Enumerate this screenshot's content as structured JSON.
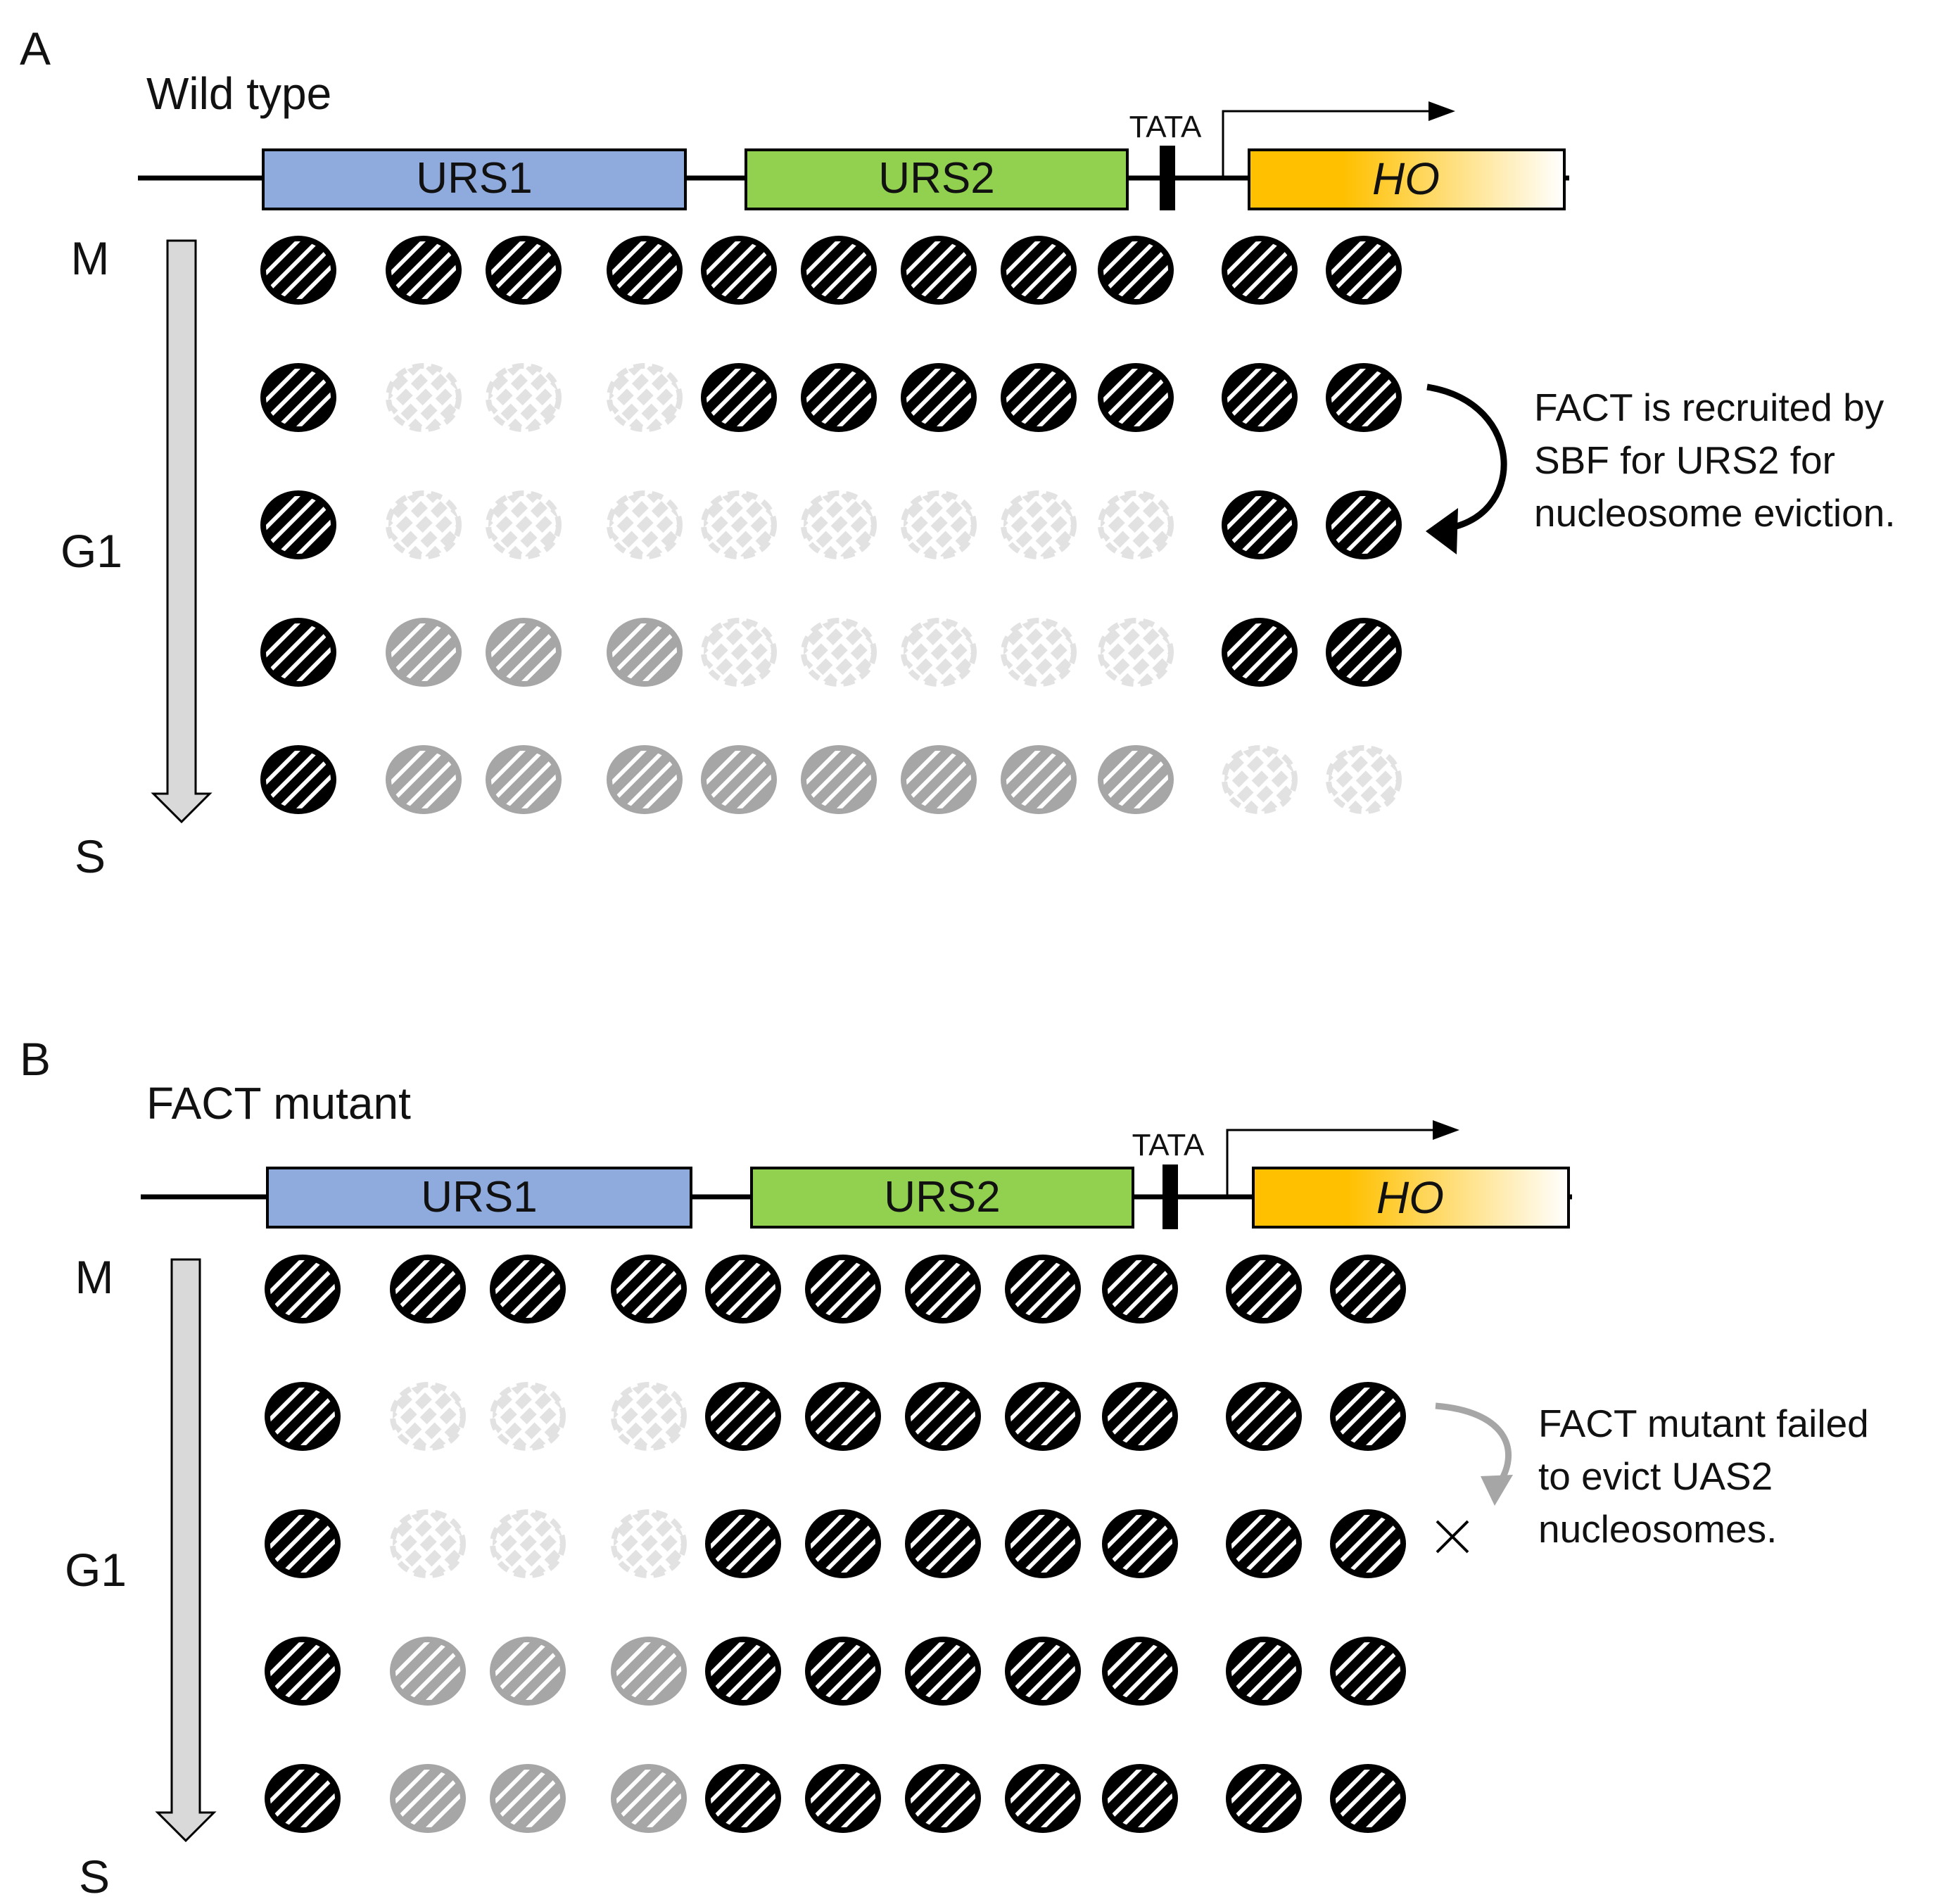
{
  "panels": [
    {
      "letter": "A",
      "title": "Wild type",
      "promoter": {
        "urs1": "URS1",
        "urs2": "URS2",
        "tata": "TATA",
        "gene": "HO"
      },
      "phases": {
        "m": "M",
        "g1": "G1",
        "s": "S"
      },
      "note_lines": [
        "FACT is recruited by",
        "SBF for URS2 for",
        "nucleosome eviction."
      ],
      "rows": [
        [
          "on",
          "on",
          "on",
          "on",
          "on",
          "on",
          "on",
          "on",
          "on",
          "on",
          "on"
        ],
        [
          "on",
          "evicted",
          "evicted",
          "evicted",
          "on",
          "on",
          "on",
          "on",
          "on",
          "on",
          "on"
        ],
        [
          "on",
          "evicted",
          "evicted",
          "evicted",
          "evicted",
          "evicted",
          "evicted",
          "evicted",
          "evicted",
          "on",
          "on"
        ],
        [
          "on",
          "returning",
          "returning",
          "returning",
          "evicted",
          "evicted",
          "evicted",
          "evicted",
          "evicted",
          "on",
          "on"
        ],
        [
          "on",
          "returning",
          "returning",
          "returning",
          "returning",
          "returning",
          "returning",
          "returning",
          "returning",
          "evicted",
          "evicted"
        ]
      ],
      "arrow": "success"
    },
    {
      "letter": "B",
      "title": "FACT mutant",
      "promoter": {
        "urs1": "URS1",
        "urs2": "URS2",
        "tata": "TATA",
        "gene": "HO"
      },
      "phases": {
        "m": "M",
        "g1": "G1",
        "s": "S"
      },
      "note_lines": [
        "FACT mutant failed",
        "to evict UAS2",
        "nucleosomes."
      ],
      "rows": [
        [
          "on",
          "on",
          "on",
          "on",
          "on",
          "on",
          "on",
          "on",
          "on",
          "on",
          "on"
        ],
        [
          "on",
          "evicted",
          "evicted",
          "evicted",
          "on",
          "on",
          "on",
          "on",
          "on",
          "on",
          "on"
        ],
        [
          "on",
          "evicted",
          "evicted",
          "evicted",
          "on",
          "on",
          "on",
          "on",
          "on",
          "on",
          "on"
        ],
        [
          "on",
          "returning",
          "returning",
          "returning",
          "on",
          "on",
          "on",
          "on",
          "on",
          "on",
          "on"
        ],
        [
          "on",
          "returning",
          "returning",
          "returning",
          "on",
          "on",
          "on",
          "on",
          "on",
          "on",
          "on"
        ]
      ],
      "arrow": "failed"
    }
  ],
  "colors": {
    "urs1_fill": "#8faadc",
    "urs2_fill": "#92d050",
    "gene_fill": "#ffc000",
    "nucleosome_on": "#000000",
    "nucleosome_returning": "#a6a6a6",
    "nucleosome_evicted": "#e2e2e2",
    "time_arrow": "#d9d9d9",
    "failed_arrow": "#a6a6a6"
  }
}
